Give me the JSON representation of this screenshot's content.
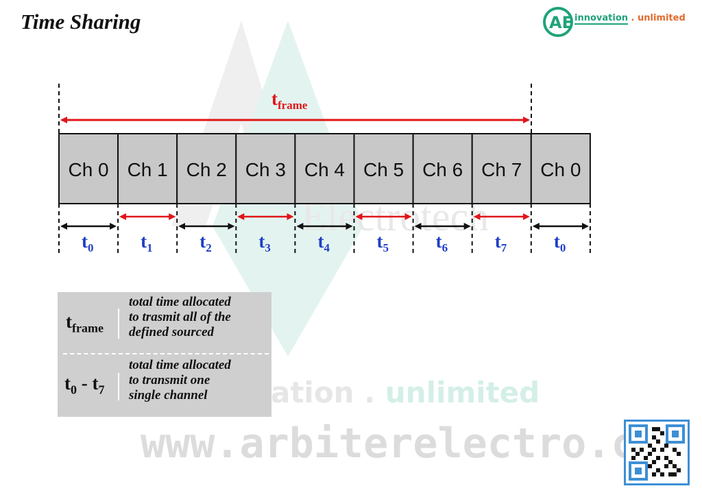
{
  "title": "Time Sharing",
  "logo": {
    "mark": "AE",
    "text_a": "innovation",
    "text_sep": " . ",
    "text_b": "unlimited"
  },
  "watermark": {
    "brand": "Electrotech",
    "tagline_a": "ation . ",
    "tagline_b": "unlimited",
    "url": "www.arbiterelectro.com"
  },
  "diagram": {
    "frame_label": "t",
    "frame_sub": "frame",
    "channels": [
      "Ch 0",
      "Ch 1",
      "Ch 2",
      "Ch 3",
      "Ch 4",
      "Ch 5",
      "Ch 6",
      "Ch 7",
      "Ch 0"
    ],
    "slot_labels": [
      {
        "base": "t",
        "sub": "0"
      },
      {
        "base": "t",
        "sub": "1"
      },
      {
        "base": "t",
        "sub": "2"
      },
      {
        "base": "t",
        "sub": "3"
      },
      {
        "base": "t",
        "sub": "4"
      },
      {
        "base": "t",
        "sub": "5"
      },
      {
        "base": "t",
        "sub": "6"
      },
      {
        "base": "t",
        "sub": "7"
      },
      {
        "base": "t",
        "sub": "0"
      }
    ],
    "slot_arrow_colors": [
      "#111111",
      "#e0161a",
      "#111111",
      "#e0161a",
      "#111111",
      "#e0161a",
      "#111111",
      "#e0161a",
      "#111111"
    ],
    "channel_fill": "#c8c8c8",
    "frame_color": "#e0161a",
    "label_color": "#1f3fc7"
  },
  "legend": {
    "row1": {
      "symbol": "t",
      "sub": "frame",
      "desc": [
        "total time allocated",
        "to trasmit all of the",
        "defined sourced"
      ]
    },
    "row2": {
      "symbol": "t",
      "sub0": "0",
      "dash": " - ",
      "sub7": "t",
      "sub7n": "7",
      "desc": [
        "total time allocated",
        "to transmit one",
        "single channel"
      ]
    }
  },
  "qr_icon": "qr-code-icon"
}
